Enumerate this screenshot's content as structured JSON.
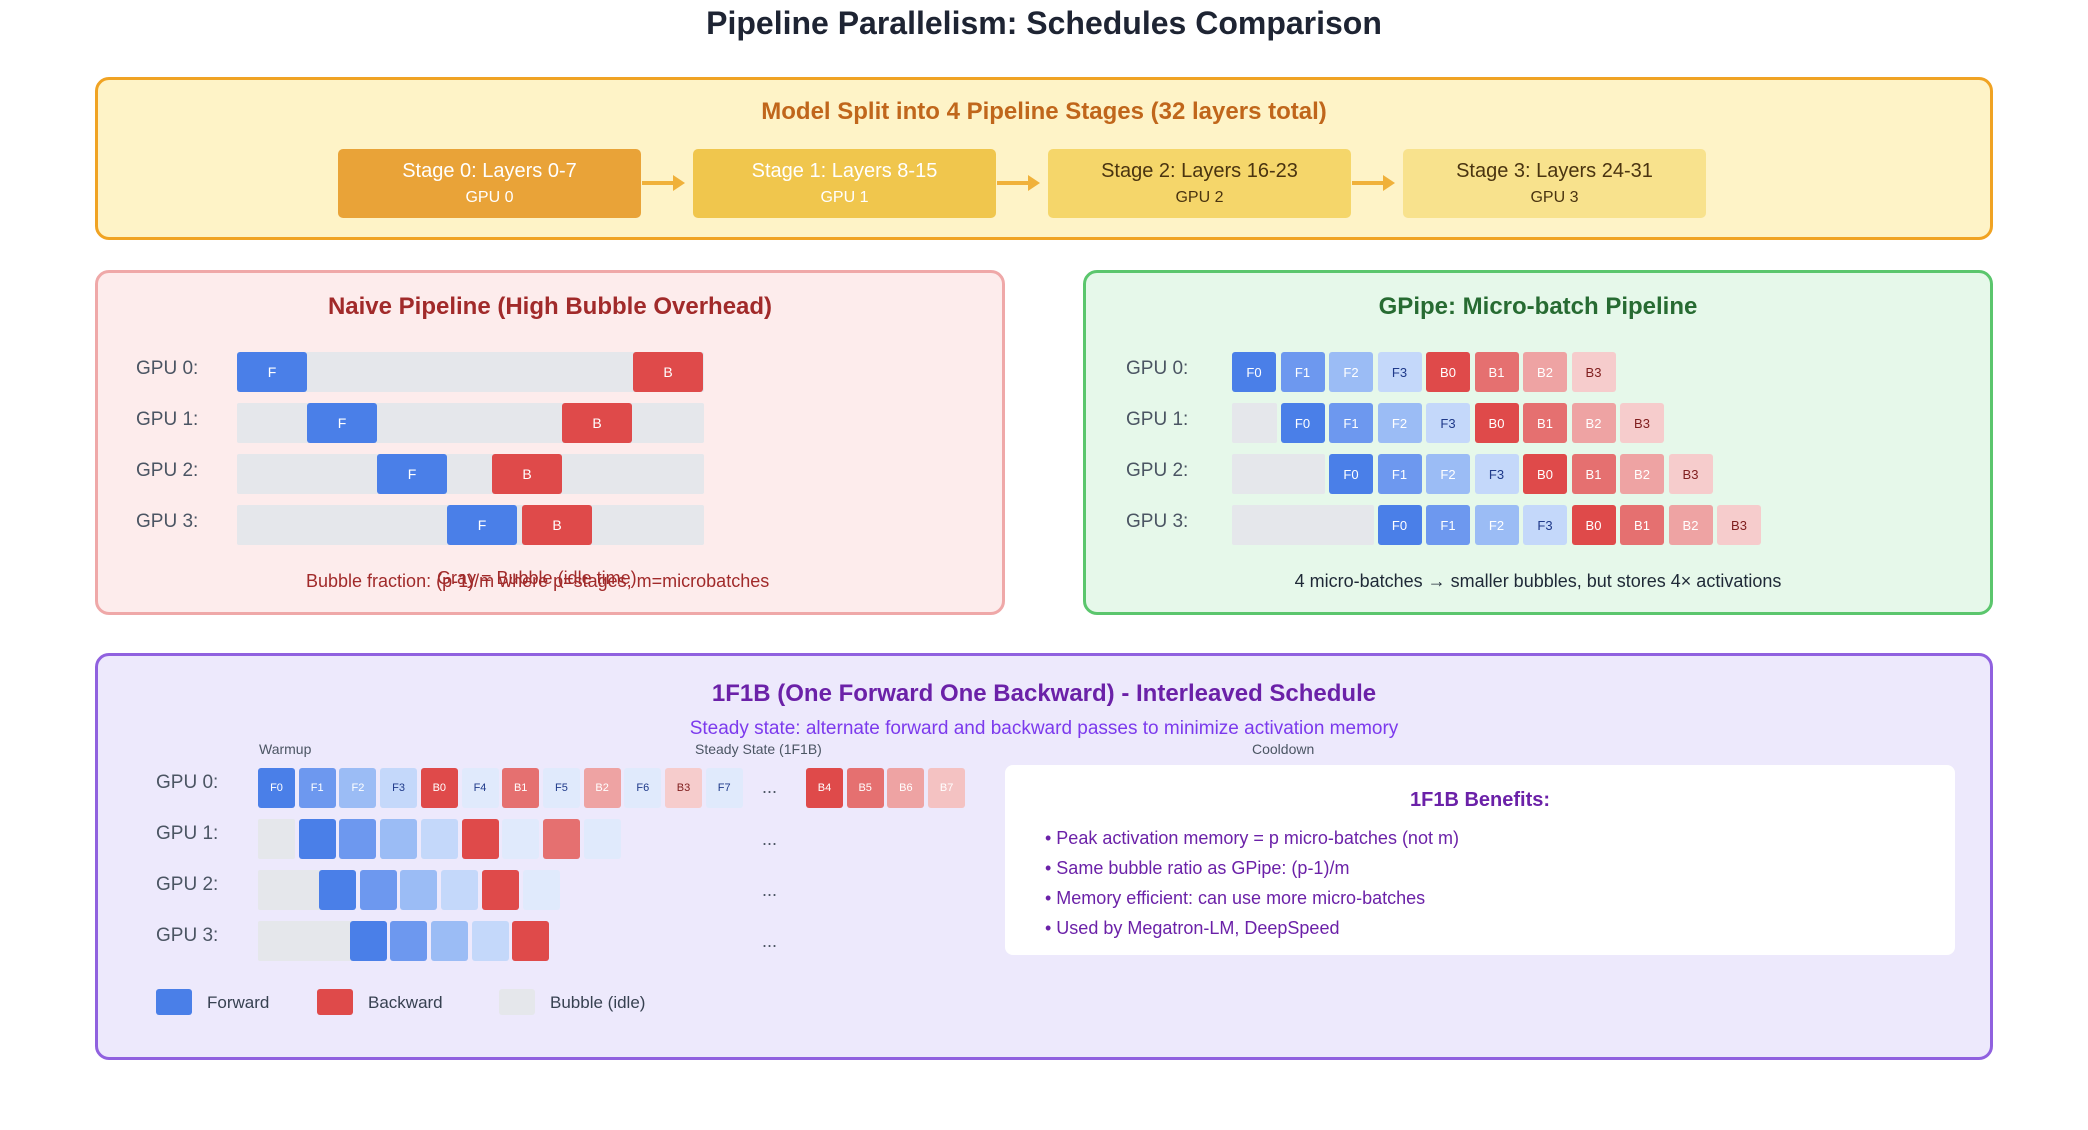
{
  "title": "Pipeline Parallelism: Schedules Comparison",
  "colors": {
    "forward": "#4a7fe8",
    "backward": "#df4a4a",
    "bubble": "#e5e7eb",
    "forward_shades": [
      "#4a7fe8",
      "#6d98ef",
      "#9bbcf5",
      "#c4d8fa"
    ],
    "backward_shades": [
      "#df4a4a",
      "#e57070",
      "#eea3a3",
      "#f6cccc"
    ],
    "stage_colors": [
      "#e9a338",
      "#f0c64d",
      "#f5d66a",
      "#f8e28d"
    ]
  },
  "split": {
    "title": "Model Split into 4 Pipeline Stages (32 layers total)",
    "stages": [
      {
        "name": "Stage 0: Layers 0-7",
        "gpu": "GPU 0"
      },
      {
        "name": "Stage 1: Layers 8-15",
        "gpu": "GPU 1"
      },
      {
        "name": "Stage 2: Layers 16-23",
        "gpu": "GPU 2"
      },
      {
        "name": "Stage 3: Layers 24-31",
        "gpu": "GPU 3"
      }
    ]
  },
  "naive": {
    "title": "Naive Pipeline (High Bubble Overhead)",
    "rows": [
      "GPU 0:",
      "GPU 1:",
      "GPU 2:",
      "GPU 3:"
    ],
    "forward_label": "F",
    "backward_label": "B",
    "overlay_note": "Gray = Bubble (idle time)",
    "bubble_note": "Bubble fraction: (p-1)/m where p=stages, m=microbatches"
  },
  "gpipe": {
    "title": "GPipe: Micro-batch Pipeline",
    "rows": [
      "GPU 0:",
      "GPU 1:",
      "GPU 2:",
      "GPU 3:"
    ],
    "forward_labels": [
      "F0",
      "F1",
      "F2",
      "F3"
    ],
    "backward_labels": [
      "B0",
      "B1",
      "B2",
      "B3"
    ],
    "note": "4 micro-batches → smaller bubbles, but stores 4× activations"
  },
  "onef1b": {
    "title": "1F1B (One Forward One Backward) - Interleaved Schedule",
    "subtitle": "Steady state: alternate forward and backward passes to minimize activation memory",
    "phase_warmup": "Warmup",
    "phase_steady": "Steady State (1F1B)",
    "phase_cooldown": "Cooldown",
    "rows": [
      "GPU 0:",
      "GPU 1:",
      "GPU 2:",
      "GPU 3:"
    ],
    "gpu0_labels": [
      "F0",
      "F1",
      "F2",
      "F3",
      "B0",
      "F4",
      "B1",
      "F5",
      "B2",
      "F6",
      "B3",
      "F7",
      "B4",
      "B5",
      "B6",
      "B7"
    ],
    "ellipsis": "...",
    "benefits": {
      "title": "1F1B Benefits:",
      "items": [
        "• Peak activation memory = p micro-batches (not m)",
        "• Same bubble ratio as GPipe: (p-1)/m",
        "• Memory efficient: can use more micro-batches",
        "• Used by Megatron-LM, DeepSpeed"
      ]
    },
    "legend": {
      "forward": "Forward",
      "backward": "Backward",
      "bubble": "Bubble (idle)"
    }
  }
}
